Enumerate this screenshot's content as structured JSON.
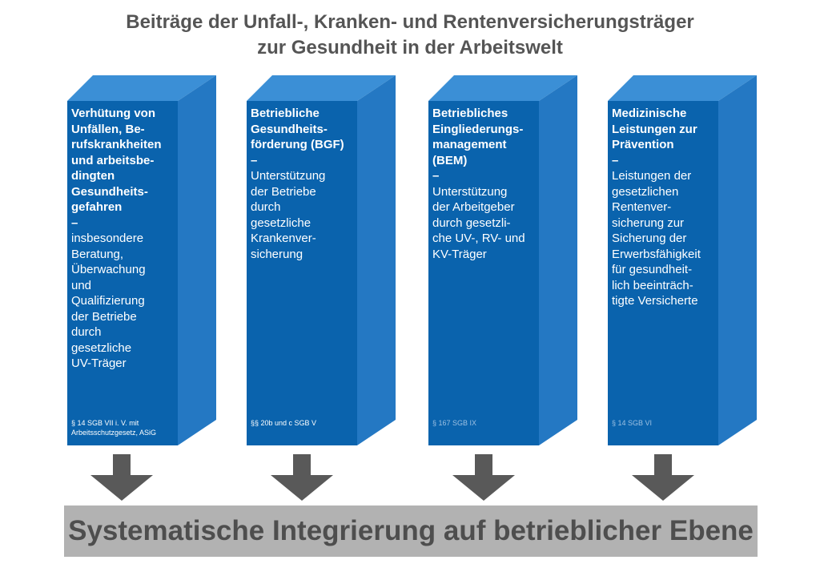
{
  "title": {
    "line1": "Beiträge der Unfall-, Kranken- und Rentenversicherungsträger",
    "line2": "zur Gesundheit in der Arbeitswelt"
  },
  "colors": {
    "front": "#0a63ad",
    "side": "#2478c3",
    "top": "#3b8fd6",
    "arrow": "#595959",
    "banner": "#b2b2b2",
    "title_text": "#555555"
  },
  "pillars": [
    {
      "heading": "Verhütung von\nUnfällen, Be-\nrufskrankheiten\nund arbeitsbe-\ndingten\nGesundheits-\ngefahren",
      "dash": "–",
      "description": "insbesondere\nBeratung,\nÜberwachung\nund\nQualifizierung\nder Betriebe\ndurch\ngesetzliche\nUV-Träger",
      "law": "§ 14 SGB VII i. V. mit\nArbeitsschutzgesetz, ASiG"
    },
    {
      "heading": "Betriebliche\nGesundheits-\nförderung (BGF)",
      "dash": "–",
      "description": "Unterstützung\nder Betriebe\ndurch\ngesetzliche\nKrankenver-\nsicherung",
      "law": "§§ 20b und c SGB V"
    },
    {
      "heading": "Betriebliches\nEingliederungs-\nmanagement\n(BEM)",
      "dash": "–",
      "description": "Unterstützung\nder Arbeitgeber\ndurch gesetzli-\nche UV-, RV- und\nKV-Träger",
      "law": "§ 167 SGB IX"
    },
    {
      "heading": "Medizinische\nLeistungen zur\nPrävention",
      "dash": "–",
      "description": "Leistungen der\ngesetzlichen\nRentenver-\nsicherung zur\nSicherung der\nErwerbsfähigkeit\nfür gesundheit-\nlich beeinträch-\ntigte Versicherte",
      "law": "§ 14 SGB VI"
    }
  ],
  "bottom_label": "Systematische Integrierung auf betrieblicher Ebene"
}
